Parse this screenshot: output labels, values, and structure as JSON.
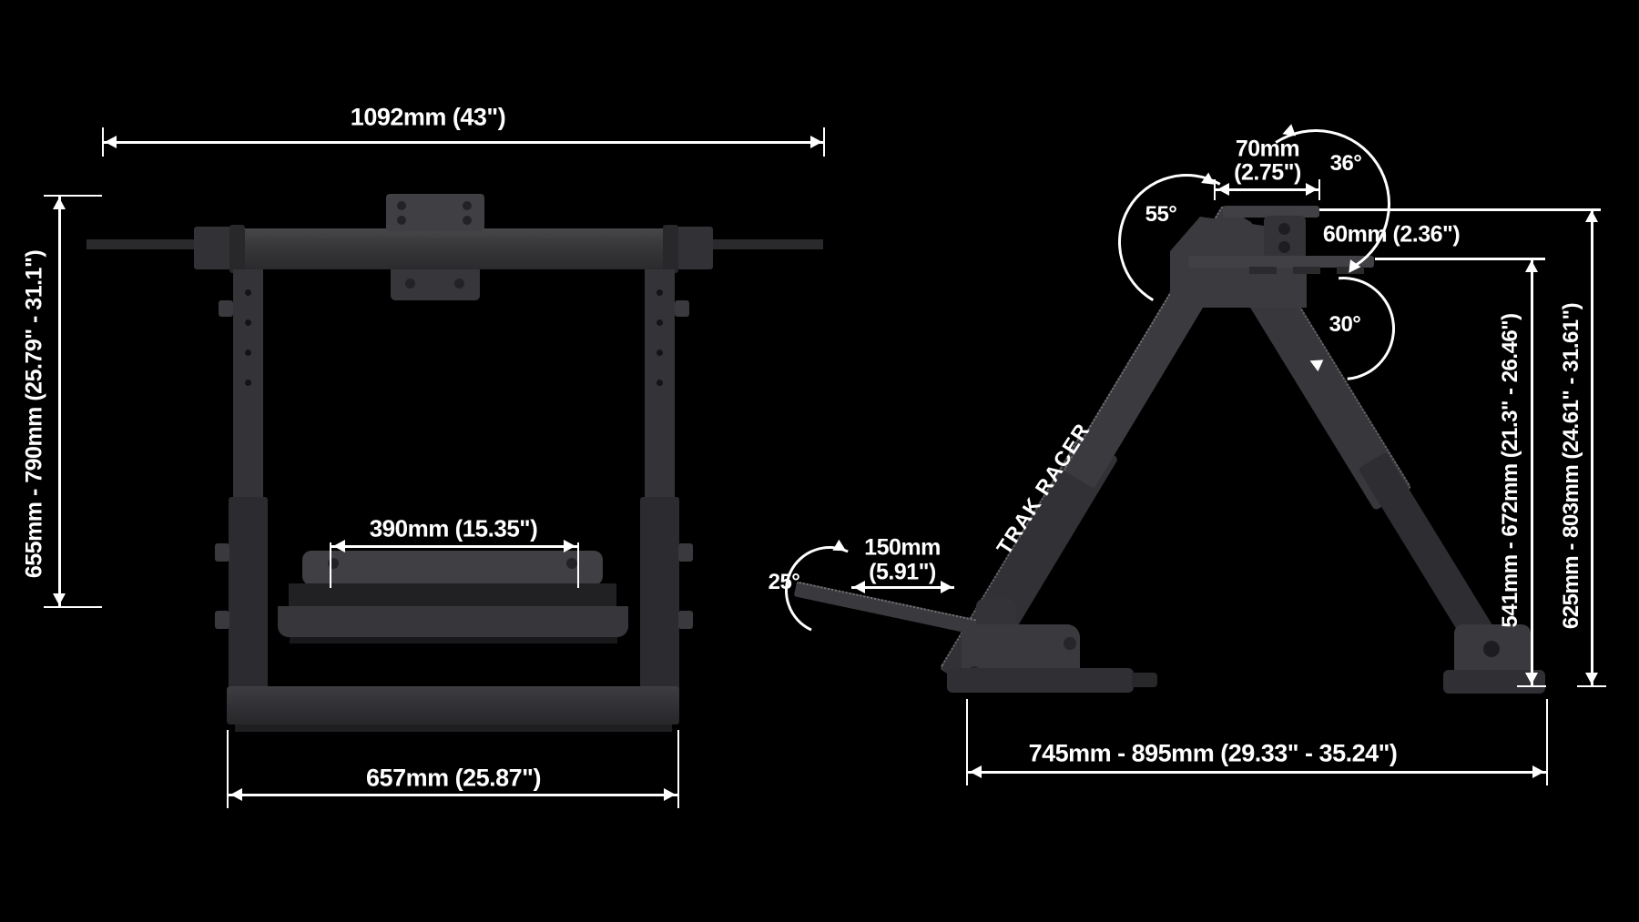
{
  "front_view": {
    "dims": {
      "total_width": "1092mm (43\")",
      "height_range": "655mm - 790mm (25.79\" - 31.1\")",
      "deck_width": "390mm (15.35\")",
      "base_width": "657mm (25.87\")"
    }
  },
  "side_view": {
    "brand_label": "TRAK RACER",
    "dims": {
      "top_plate_depth_line1": "70mm",
      "top_plate_depth_line2": "(2.75\")",
      "wheel_tilt_angle": "36°",
      "bracket_angle": "55°",
      "deck_drop": "60mm (2.36\")",
      "deck_tilt_angle": "30°",
      "pedal_tilt_angle": "25°",
      "pedal_extension_line1": "150mm",
      "pedal_extension_line2": "(5.91\")",
      "deck_height_range": "541mm - 672mm (21.3\" - 26.46\")",
      "total_height_range": "625mm - 803mm (24.61\" - 31.61\")",
      "base_depth_range": "745mm - 895mm (29.33\" - 35.24\")"
    }
  }
}
